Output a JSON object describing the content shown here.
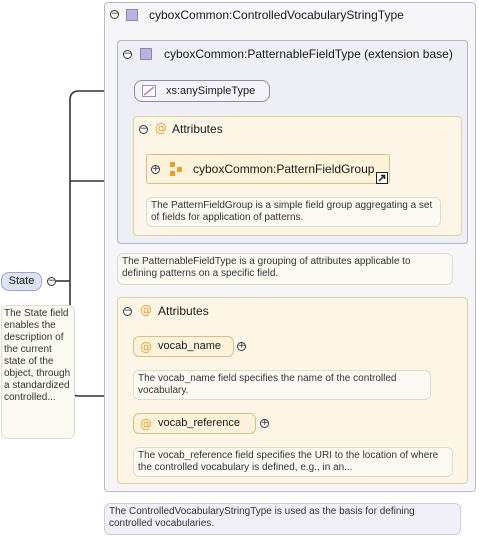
{
  "root_element": {
    "name": "State",
    "doc": "The State field enables the description of the current state of the object, through a standardized controlled..."
  },
  "complex_type": {
    "name": "cyboxCommon:ControlledVocabularyStringType",
    "doc": "The ControlledVocabularyStringType is used as the basis for defining controlled vocabularies."
  },
  "extension": {
    "name": "cyboxCommon:PatternableFieldType (extension base)",
    "doc": "The PatternableFieldType is a grouping of attributes applicable to defining patterns on a specific field."
  },
  "simple_type": {
    "name": "xs:anySimpleType"
  },
  "inner_attributes": {
    "label": "Attributes",
    "group": {
      "name": "cyboxCommon:PatternFieldGroup",
      "doc": "The PatternFieldGroup is a simple field group aggregating a set of fields for application of patterns."
    }
  },
  "outer_attributes": {
    "label": "Attributes",
    "items": [
      {
        "name": "vocab_name",
        "doc": "The vocab_name field specifies the name of the controlled vocabulary."
      },
      {
        "name": "vocab_reference",
        "doc": "The vocab_reference field specifies the URI to the location of where the controlled vocabulary is defined, e.g., in an..."
      }
    ]
  },
  "glyphs": {
    "collapse": "−",
    "expand": "+",
    "attribute": "@"
  },
  "colors": {
    "element_fill": "#dde3f3",
    "type_fill": "#f7f7fb",
    "attribute_fill": "#fdf6e6",
    "attribute_border": "#e2cfa3",
    "connector": "#333333"
  }
}
